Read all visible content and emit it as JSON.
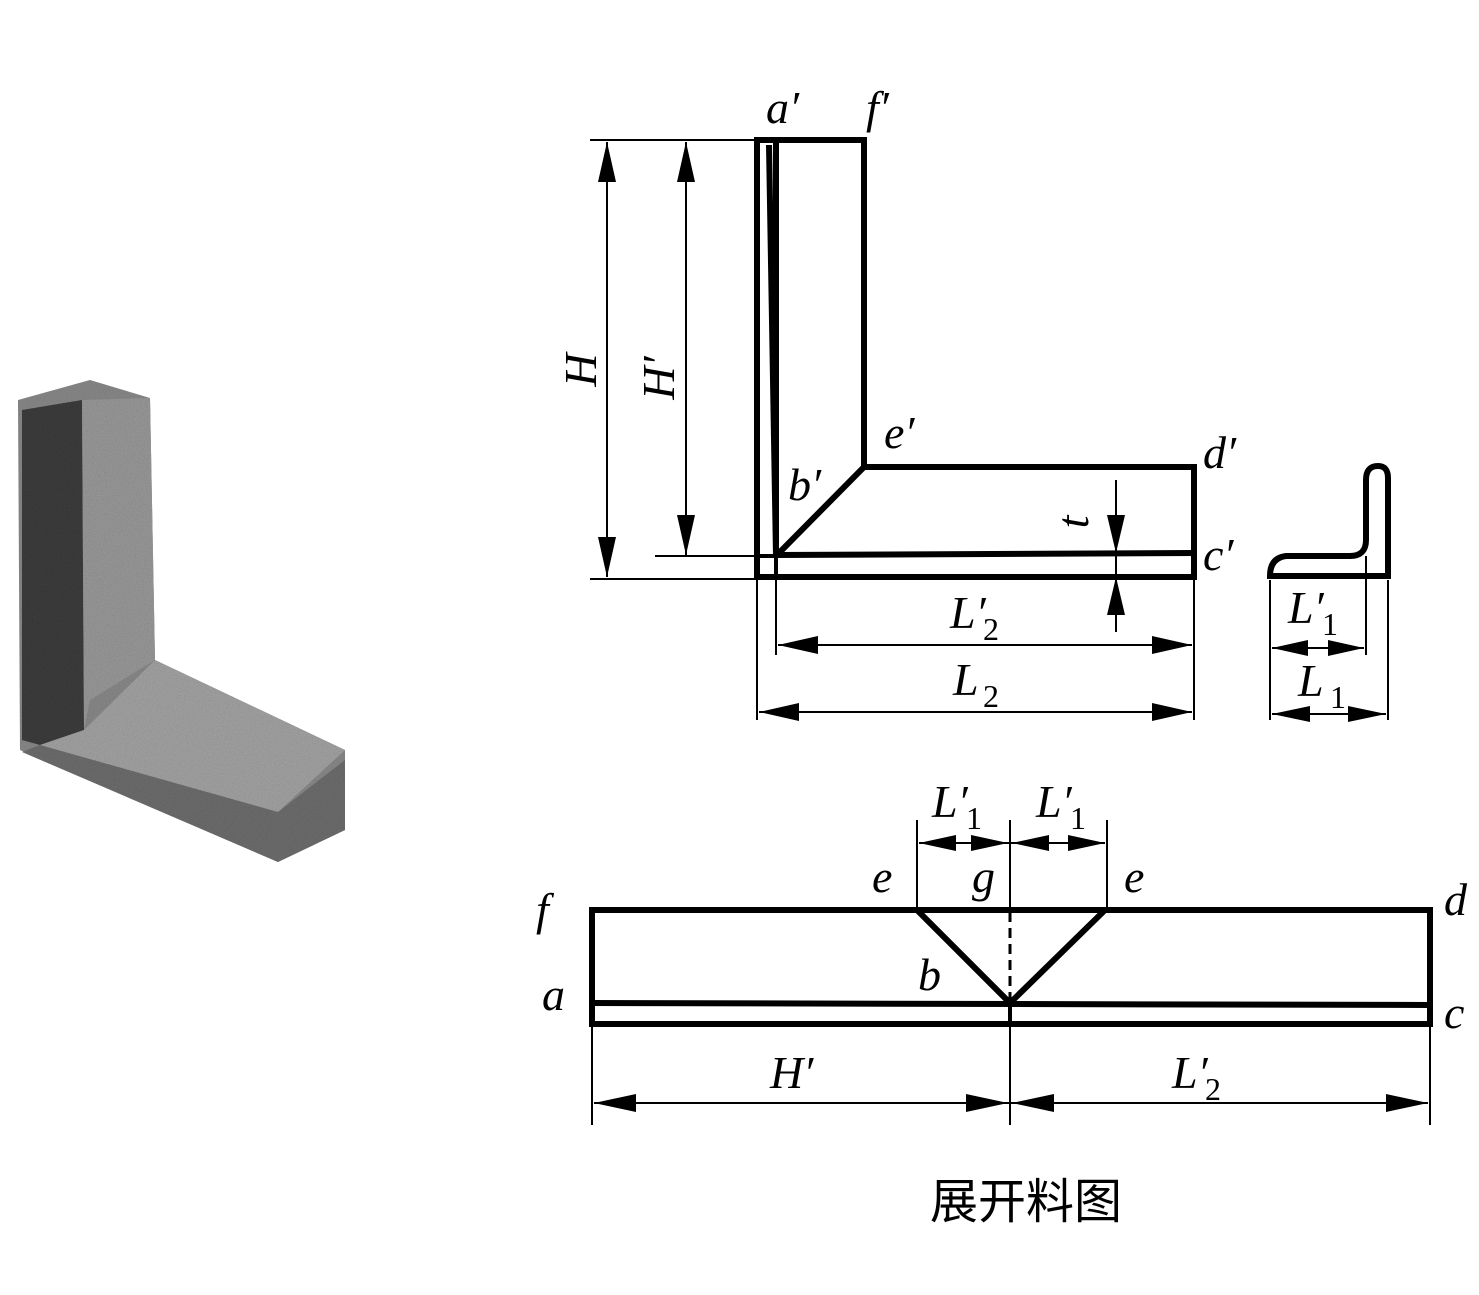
{
  "labels": {
    "a_prime": "a′",
    "f_prime": "f′",
    "e_prime": "e′",
    "d_prime": "d′",
    "b_prime": "b′",
    "c_prime": "c′",
    "H": "H",
    "H_prime": "H′",
    "t": "t",
    "L2_prime_main": "L′",
    "L2_prime_sub": "2",
    "L2_main": "L",
    "L2_sub": "2",
    "L1_prime_main": "L′",
    "L1_prime_sub": "1",
    "L1_main": "L",
    "L1_sub": "1",
    "top_L1_prime_left_main": "L′",
    "top_L1_prime_left_sub": "1",
    "top_L1_prime_right_main": "L′",
    "top_L1_prime_right_sub": "1",
    "f": "f",
    "e_left": "e",
    "g": "g",
    "e_right": "e",
    "d": "d",
    "a": "a",
    "b": "b",
    "c": "c",
    "H_prime_bottom": "H′",
    "L2_prime_bottom_main": "L′",
    "L2_prime_bottom_sub": "2"
  },
  "caption": "展开料图",
  "colors": {
    "ink": "#000000",
    "paper": "#ffffff",
    "photo_dark": "#3a3a3a",
    "photo_mid": "#7a7a7a",
    "photo_light": "#a9a9a9"
  }
}
